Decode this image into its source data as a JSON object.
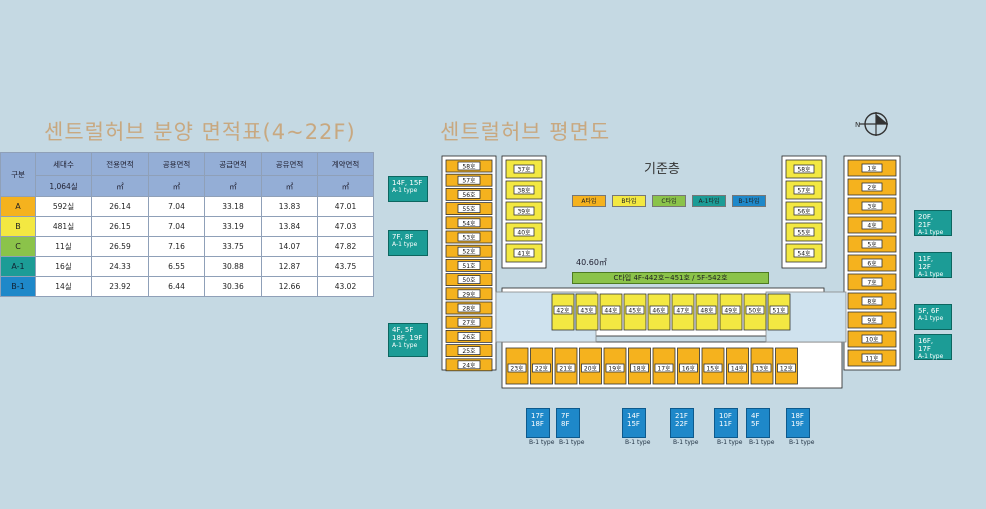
{
  "titles": {
    "left": "센트럴허브 분양 면적표(4~22F)",
    "right": "센트럴허브 평면도"
  },
  "table": {
    "headers": [
      "구분",
      "세대수",
      "전용면적",
      "공용면적",
      "공급면적",
      "공유면적",
      "계약면적"
    ],
    "subheaders": [
      "1,064실",
      "㎡",
      "㎡",
      "㎡",
      "㎡",
      "㎡"
    ],
    "rows": [
      {
        "type": "A",
        "color": "#f5b21e",
        "units": "592실",
        "excl": "26.14",
        "common": "7.04",
        "supply": "33.18",
        "shared": "13.83",
        "contract": "47.01"
      },
      {
        "type": "B",
        "color": "#f3e842",
        "units": "481실",
        "excl": "26.15",
        "common": "7.04",
        "supply": "33.19",
        "shared": "13.84",
        "contract": "47.03"
      },
      {
        "type": "C",
        "color": "#8bc34a",
        "units": "11실",
        "excl": "26.59",
        "common": "7.16",
        "supply": "33.75",
        "shared": "14.07",
        "contract": "47.82"
      },
      {
        "type": "A-1",
        "color": "#1c9c96",
        "units": "16실",
        "excl": "24.33",
        "common": "6.55",
        "supply": "30.88",
        "shared": "12.87",
        "contract": "43.75"
      },
      {
        "type": "B-1",
        "color": "#1e88c9",
        "units": "14실",
        "excl": "23.92",
        "common": "6.44",
        "supply": "30.36",
        "shared": "12.66",
        "contract": "43.02"
      }
    ]
  },
  "compass": {
    "label": "N"
  },
  "plan": {
    "floor_label": "기준층",
    "legend": [
      {
        "label": "A타입",
        "color": "#f5b21e"
      },
      {
        "label": "B타입",
        "color": "#f3e842"
      },
      {
        "label": "C타입",
        "color": "#8bc34a"
      },
      {
        "label": "A-1타입",
        "color": "#1c9c96"
      },
      {
        "label": "B-1타입",
        "color": "#1e88c9"
      }
    ],
    "c_bar": "C타입 4F-442호~451호 / 5F-542호",
    "area_value": "40.60㎡",
    "left_units": [
      "58호",
      "57호",
      "56호",
      "55호",
      "54호",
      "53호",
      "52호",
      "51호",
      "50호",
      "29호",
      "28호",
      "27호",
      "26호",
      "25호",
      "24호"
    ],
    "col2_units": [
      "37호",
      "38호",
      "39호",
      "40호",
      "41호"
    ],
    "right_col_units": [
      "58호",
      "57호",
      "56호",
      "55호",
      "54호"
    ],
    "far_right_units": [
      "1호",
      "2호",
      "3호",
      "4호",
      "5호",
      "6호",
      "7호",
      "8호",
      "9호",
      "10호",
      "11호"
    ],
    "mid_row_units": [
      "42호",
      "43호",
      "44호",
      "45호",
      "46호",
      "47호",
      "48호",
      "49호",
      "50호",
      "51호"
    ],
    "bottom_row_units": [
      "23호",
      "22호",
      "21호",
      "20호",
      "19호",
      "18호",
      "17호",
      "16호",
      "15호",
      "14호",
      "13호",
      "12호"
    ],
    "teal_callouts": [
      {
        "floors": "14F, 15F",
        "type": "A-1 type"
      },
      {
        "floors": "7F, 8F",
        "type": "A-1 type"
      },
      {
        "floors": "4F, 5F 18F, 19F",
        "type": "A-1 type"
      },
      {
        "floors": "20F, 21F",
        "type": "A-1 type"
      },
      {
        "floors": "11F, 12F",
        "type": "A-1 type"
      },
      {
        "floors": "5F, 6F",
        "type": "A-1 type"
      },
      {
        "floors": "16F, 17F",
        "type": "A-1 type"
      }
    ],
    "blue_callouts": [
      {
        "floors": "17F 18F",
        "type": "B-1 type"
      },
      {
        "floors": "7F 8F",
        "type": "B-1 type"
      },
      {
        "floors": "14F 15F",
        "type": "B-1 type"
      },
      {
        "floors": "21F 22F",
        "type": "B-1 type"
      },
      {
        "floors": "10F 11F",
        "type": "B-1 type"
      },
      {
        "floors": "4F 5F",
        "type": "B-1 type"
      },
      {
        "floors": "18F 19F",
        "type": "B-1 type"
      }
    ]
  }
}
